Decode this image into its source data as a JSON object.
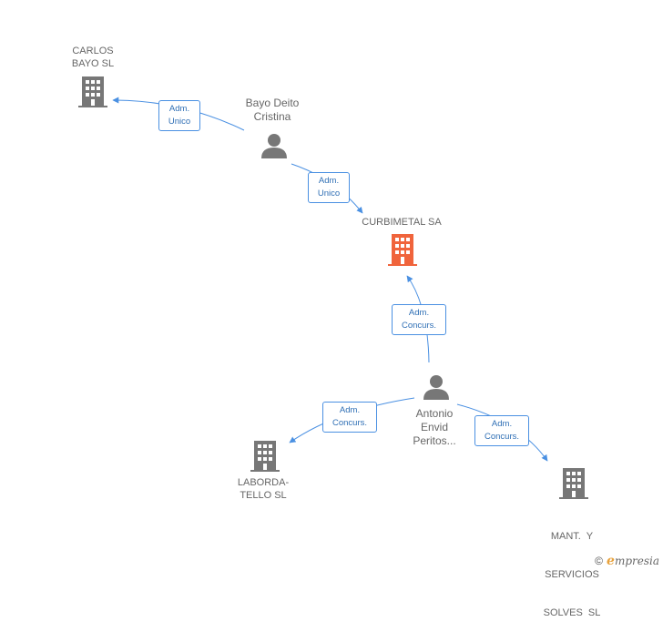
{
  "nodes": {
    "carlos": {
      "label": [
        "CARLOS",
        "BAYO SL"
      ],
      "type": "company",
      "color": "#777777"
    },
    "bayo": {
      "label": [
        "Bayo Deito",
        "Cristina"
      ],
      "type": "person",
      "color": "#777777"
    },
    "curbimetal": {
      "label": [
        "CURBIMETAL SA"
      ],
      "type": "company",
      "color": "#f0643c"
    },
    "antonio": {
      "label": [
        "Antonio",
        "Envid",
        "Peritos..."
      ],
      "type": "person",
      "color": "#777777"
    },
    "laborda": {
      "label": [
        "LABORDA-",
        "TELLO SL"
      ],
      "type": "company",
      "color": "#777777"
    },
    "mant": {
      "label": [
        "MANT.  Y",
        "SERVICIOS",
        "SOLVES  SL"
      ],
      "type": "company",
      "color": "#777777"
    }
  },
  "edges": [
    {
      "from": "bayo",
      "to": "carlos",
      "label": [
        "Adm.",
        "Unico"
      ]
    },
    {
      "from": "bayo",
      "to": "curbimetal",
      "label": [
        "Adm.",
        "Unico"
      ]
    },
    {
      "from": "antonio",
      "to": "curbimetal",
      "label": [
        "Adm.",
        "Concurs."
      ]
    },
    {
      "from": "antonio",
      "to": "laborda",
      "label": [
        "Adm.",
        "Concurs."
      ]
    },
    {
      "from": "antonio",
      "to": "mant",
      "label": [
        "Adm.",
        "Concurs."
      ]
    }
  ],
  "edge_color": "#4a90e2",
  "footer": {
    "copyright": "©",
    "brand_initial": "e",
    "brand_rest": "mpresia"
  }
}
